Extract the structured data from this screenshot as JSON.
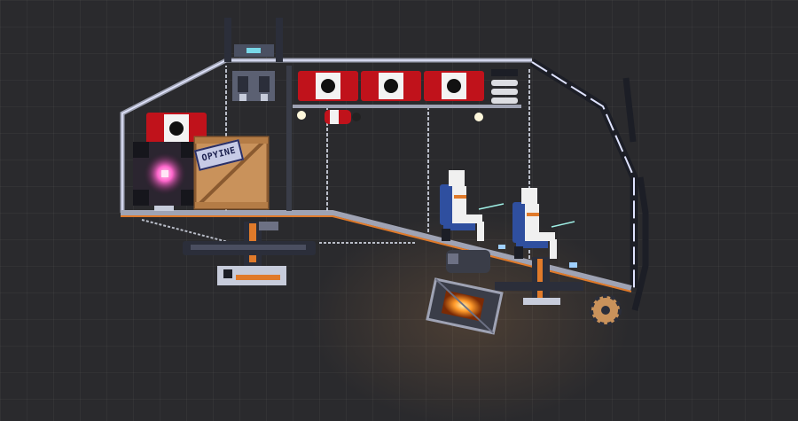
{
  "scene": {
    "type": "sandbox-contraption",
    "description_visible_labels": true,
    "crate": {
      "label": "OPYINE"
    },
    "seats": [
      {
        "occupant": "white-figure-1"
      },
      {
        "occupant": "white-figure-2"
      }
    ],
    "colors": {
      "background": "#2a2a2d",
      "frame": "#9fa3b4",
      "frame_highlight": "#dfe3ff",
      "orange_accent": "#e07a2a",
      "tank_red": "#c0121b",
      "crate_wood": "#c9925b",
      "seat_blue": "#2f4f9f",
      "glow_pink": "#ff66cc",
      "hull_dark": "#1c1e26"
    }
  }
}
